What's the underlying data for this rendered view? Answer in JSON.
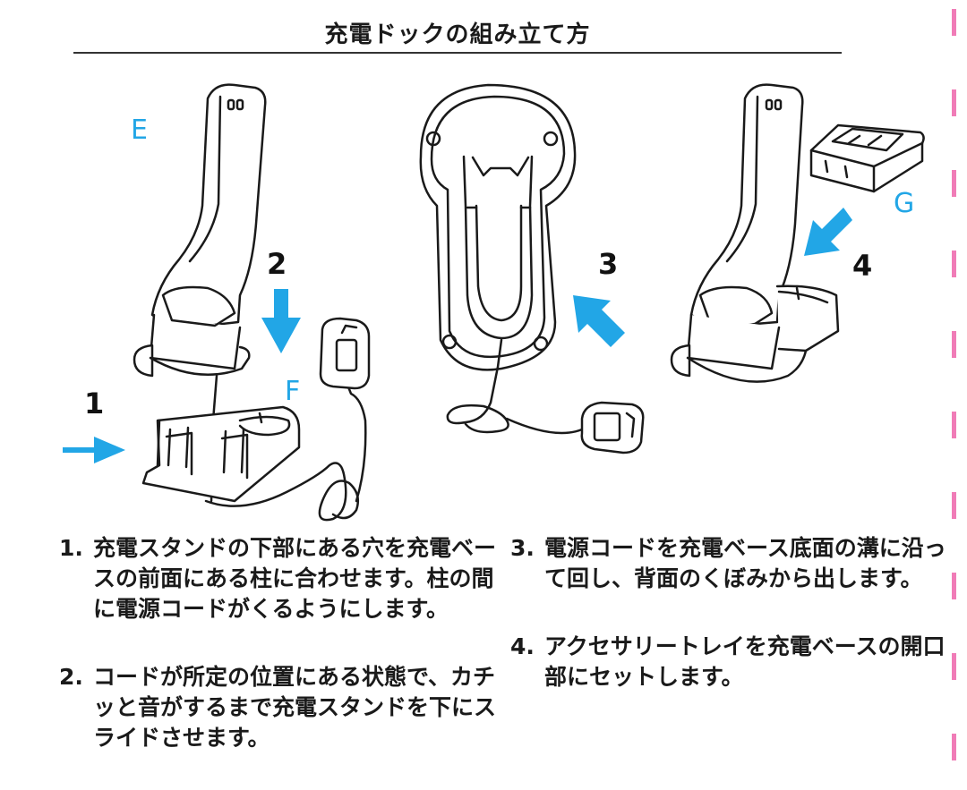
{
  "title": "充電ドックの組み立て方",
  "labels": {
    "e": "E",
    "f": "F",
    "g": "G",
    "n1": "1",
    "n2": "2",
    "n3": "3",
    "n4": "4"
  },
  "colors": {
    "accent": "#22a6e6",
    "margin_marks": "#f07cb7",
    "line_art": "#1a1a1a"
  },
  "steps": [
    {
      "num": "1.",
      "text": "充電スタンドの下部にある穴を充電ベースの前面にある柱に合わせます。柱の間に電源コードがくるようにします。"
    },
    {
      "num": "2.",
      "text": "コードが所定の位置にある状態で、カチッと音がするまで充電スタンドを下にスライドさせます。"
    },
    {
      "num": "3.",
      "text": "電源コードを充電ベース底面の溝に沿って回し、背面のくぼみから出します。"
    },
    {
      "num": "4.",
      "text": "アクセサリートレイを充電ベースの開口部にセットします。"
    }
  ]
}
